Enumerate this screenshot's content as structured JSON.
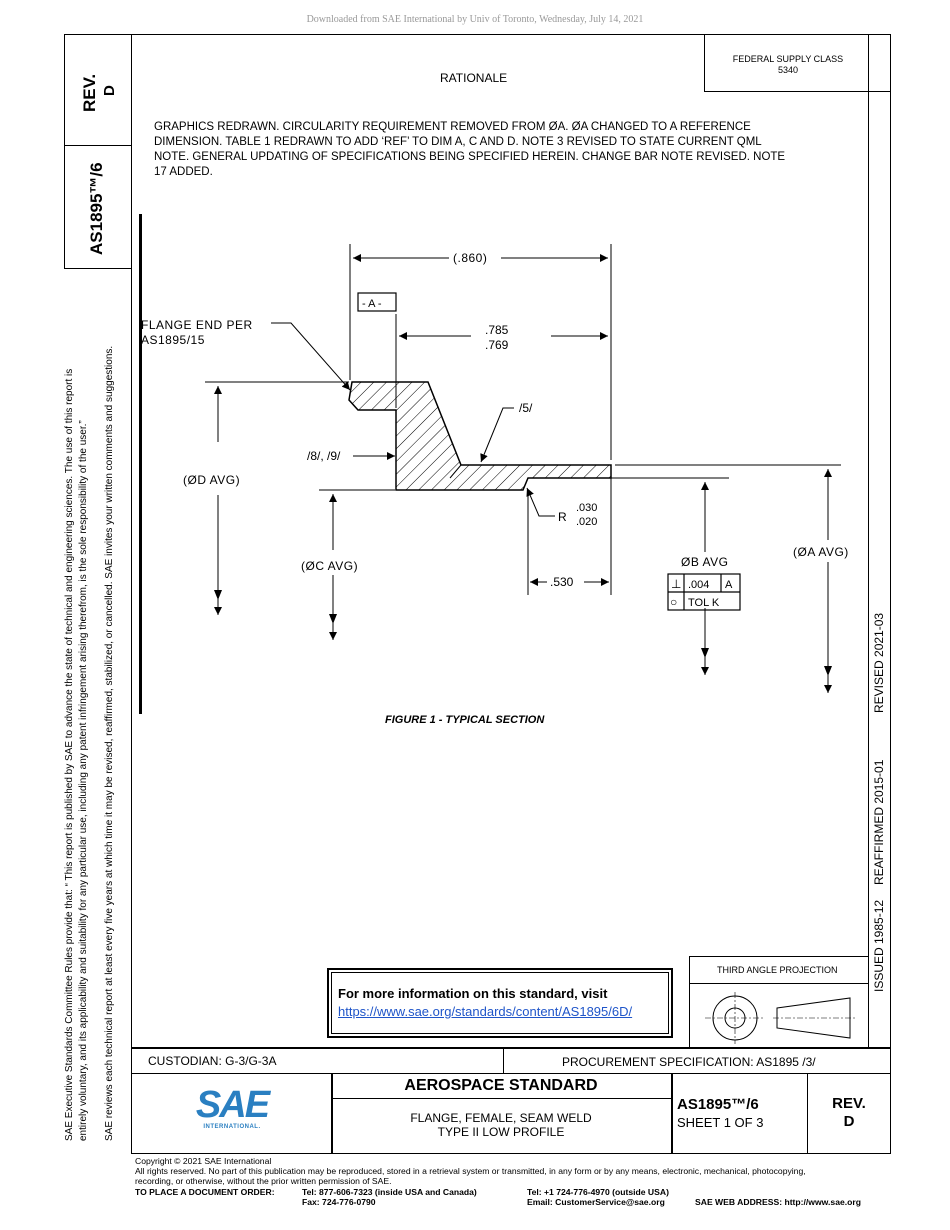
{
  "download_note": "Downloaded from SAE International by Univ of Toronto, Wednesday, July 14, 2021",
  "rev_label": "REV.",
  "rev_letter": "D",
  "doc_number": "AS1895™/6",
  "supply": {
    "line1": "FEDERAL SUPPLY CLASS",
    "line2": "5340"
  },
  "rationale": {
    "title": "RATIONALE",
    "lines": [
      "GRAPHICS REDRAWN. CIRCULARITY REQUIREMENT REMOVED FROM ØA. ØA CHANGED TO A REFERENCE",
      "DIMENSION. TABLE 1 REDRAWN TO ADD ‘REF’ TO DIM A, C AND D. NOTE 3 REVISED TO STATE CURRENT QML",
      "NOTE. GENERAL UPDATING OF SPECIFICATIONS BEING SPECIFIED HEREIN. CHANGE BAR NOTE REVISED. NOTE",
      "17 ADDED."
    ]
  },
  "side_notice": {
    "line1": "SAE Executive Standards Committee Rules provide that: “  This report is published by SAE to advance the state of technical and engineering sciences. The use of this report is",
    "line2": "entirely voluntary, and its applicability and suitability for any particular use, including any patent infringement arising therefrom, is the sole responsibility of the user.”",
    "line3": "SAE reviews each technical report at least every five years at which time it may be revised, reaffirmed, stabilized, or cancelled. SAE invites your written comments and suggestions."
  },
  "dates": {
    "issued": "ISSUED 1985-12",
    "reaffirmed": "REAFFIRMED 2015-01",
    "revised": "REVISED 2021-03"
  },
  "drawing": {
    "dim_860": "(.860)",
    "datum_a": "- A -",
    "flange_line1": "FLANGE END PER",
    "flange_line2": "AS1895/15",
    "dim_785": ".785",
    "dim_769": ".769",
    "note_5": "/5/",
    "note_89": "/8/, /9/",
    "od_avg": "(ØD AVG)",
    "r_label": "R",
    "r_030": ".030",
    "r_020": ".020",
    "oc_avg": "(ØC AVG)",
    "dim_530": ".530",
    "ob_avg": "ØB AVG",
    "oa_avg": "(ØA AVG)",
    "fcf_perp_sym": "⊥",
    "fcf_perp_val": ".004",
    "fcf_perp_datum": "A",
    "fcf_circ_sym": "○",
    "fcf_circ_val": "TOL K",
    "caption": "FIGURE 1 - TYPICAL SECTION"
  },
  "info": {
    "text": "For more information on this standard, visit",
    "link": "https://www.sae.org/standards/content/AS1895/6D/"
  },
  "projection": "THIRD ANGLE PROJECTION",
  "custodian": "CUSTODIAN: G-3/G-3A",
  "procurement": "PROCUREMENT SPECIFICATION: AS1895 /3/",
  "title_block": {
    "heading": "AEROSPACE STANDARD",
    "line1": "FLANGE, FEMALE, SEAM WELD",
    "line2": "TYPE II LOW PROFILE",
    "doc": "AS1895™/6",
    "sheet": "SHEET 1 OF 3",
    "rev": "REV.",
    "rev_letter": "D"
  },
  "logo": {
    "letters": "SAE",
    "sub": "INTERNATIONAL.",
    "color": "#2a7fc1"
  },
  "footer": {
    "copyright": "Copyright © 2021 SAE International",
    "rights1": "All rights reserved. No part of this publication may be reproduced, stored in a retrieval system or transmitted, in any form or by any means, electronic, mechanical, photocopying,",
    "rights2": "recording, or otherwise, without the prior written permission of SAE.",
    "order_label": "TO PLACE A DOCUMENT ORDER:",
    "tel_usa": "Tel:  877-606-7323 (inside USA and Canada)",
    "fax": "Fax:  724-776-0790",
    "tel_out": "Tel:   +1 724-776-4970 (outside USA)",
    "email": "Email: CustomerService@sae.org",
    "web": "SAE WEB ADDRESS: http://www.sae.org"
  }
}
